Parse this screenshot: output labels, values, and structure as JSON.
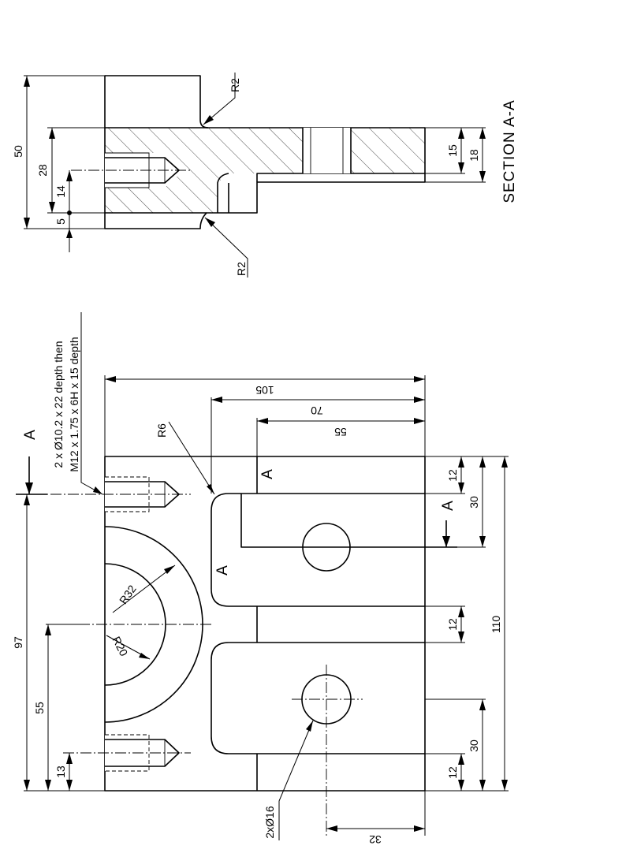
{
  "section_view": {
    "title": "SECTION A-A",
    "dims": {
      "overall_height": "50",
      "hatched_height": "28",
      "hole_offset": "14",
      "bottom_offset": "5",
      "step_a": "15",
      "step_b": "18"
    },
    "radius_top": "R2",
    "radius_bottom": "R2"
  },
  "plan_view": {
    "section_mark": "A",
    "section_mark_right": "A",
    "callout_thread": "2 x Ø10.2 x 22 depth then",
    "callout_thread_2": "M12 x 1.75 x 6H x 15 depth",
    "radius_r6": "R6",
    "radius_r32": "R32",
    "radius_r20": "R20",
    "holes": "2xØ16",
    "label_a_upper": "A",
    "label_a_lower": "A",
    "dims": {
      "width_105": "105",
      "width_70": "70",
      "width_55_top": "55",
      "height_97": "97",
      "height_55": "55",
      "height_13": "13",
      "right_12_top": "12",
      "right_30_top": "30",
      "right_12_mid": "12",
      "right_30_bot": "30",
      "right_12_bot": "12",
      "overall_110": "110",
      "hole_32": "32"
    }
  }
}
